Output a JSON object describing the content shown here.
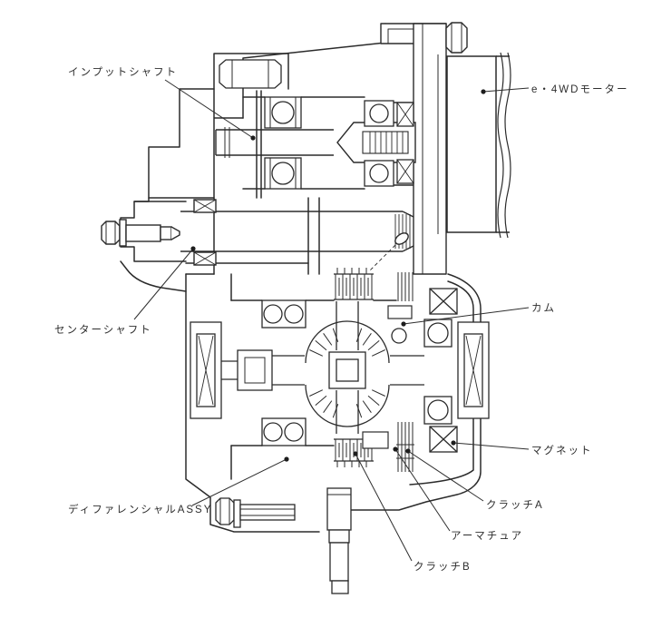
{
  "figure": {
    "labels": {
      "input_shaft": "インプットシャフト",
      "e4wd_motor": "e・4WDモーター",
      "center_shaft": "センターシャフト",
      "cam": "カム",
      "magnet": "マグネット",
      "differential_assy": "ディファレンシャルASSY",
      "clutch_a": "クラッチA",
      "armature": "アーマチュア",
      "clutch_b": "クラッチB"
    },
    "colors": {
      "line_color": "#2b2b2b",
      "background": "#ffffff"
    }
  }
}
